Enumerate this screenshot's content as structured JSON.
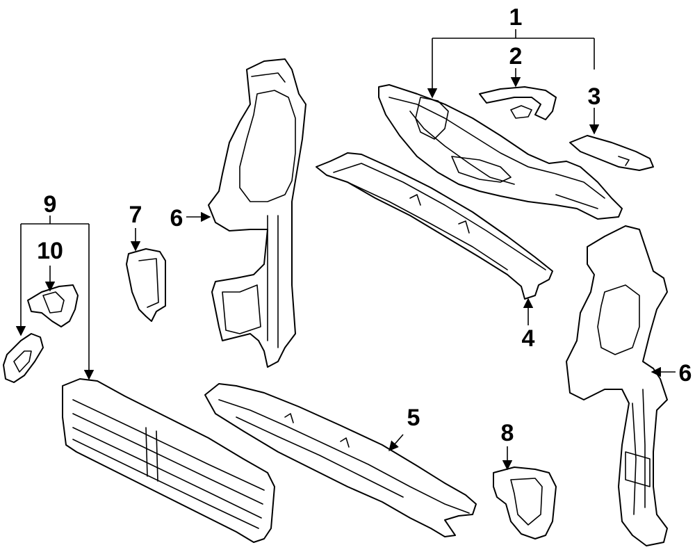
{
  "diagram": {
    "callouts": [
      {
        "id": "c1",
        "label": "1"
      },
      {
        "id": "c2",
        "label": "2"
      },
      {
        "id": "c3",
        "label": "3"
      },
      {
        "id": "c4",
        "label": "4"
      },
      {
        "id": "c5",
        "label": "5"
      },
      {
        "id": "c6a",
        "label": "6"
      },
      {
        "id": "c6b",
        "label": "6"
      },
      {
        "id": "c7",
        "label": "7"
      },
      {
        "id": "c8",
        "label": "8"
      },
      {
        "id": "c9",
        "label": "9"
      },
      {
        "id": "c10",
        "label": "10"
      }
    ]
  }
}
